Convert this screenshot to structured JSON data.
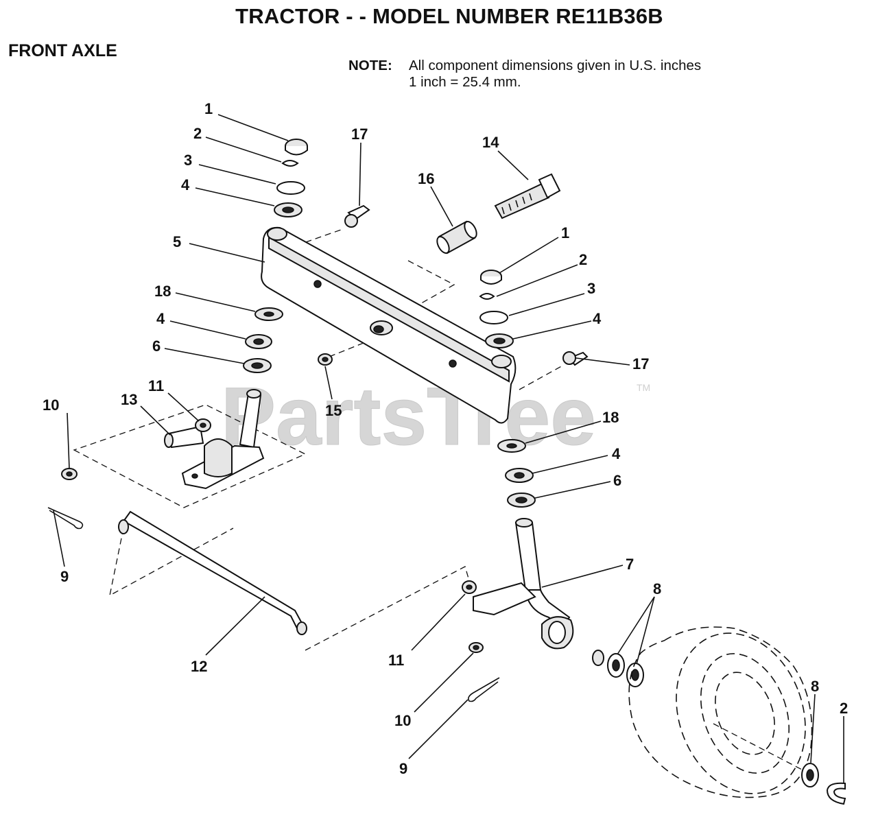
{
  "header": {
    "title": "TRACTOR - - MODEL NUMBER RE11B36B",
    "section": "FRONT AXLE"
  },
  "note": {
    "label": "NOTE:",
    "line1": "All component dimensions given in U.S. inches",
    "line2": "1 inch = 25.4 mm."
  },
  "watermark": {
    "text": "PartsTree",
    "trademark": "TM"
  },
  "callouts": {
    "c1a": "1",
    "c2a": "2",
    "c3a": "3",
    "c4a": "4",
    "c5": "5",
    "c17a": "17",
    "c16": "16",
    "c14": "14",
    "c1b": "1",
    "c2b": "2",
    "c3b": "3",
    "c4b": "4",
    "c18a": "18",
    "c4c": "4",
    "c6a": "6",
    "c17b": "17",
    "c15": "15",
    "c11a": "11",
    "c13": "13",
    "c10a": "10",
    "c9a": "9",
    "c18b": "18",
    "c4d": "4",
    "c6b": "6",
    "c7": "7",
    "c8a": "8",
    "c12": "12",
    "c11b": "11",
    "c10b": "10",
    "c9b": "9",
    "c8b": "8",
    "c2c": "2"
  }
}
